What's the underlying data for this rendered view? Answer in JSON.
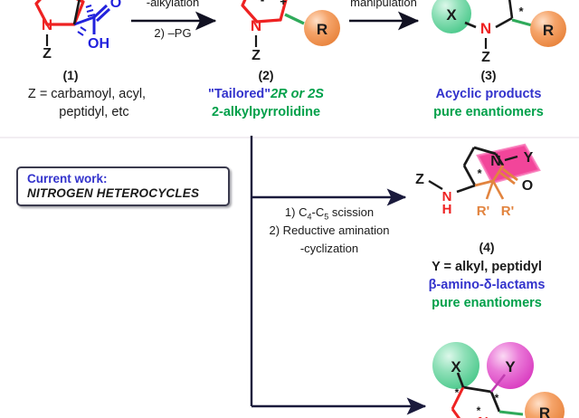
{
  "scheme": {
    "title_hidden": "",
    "colors": {
      "blue": "#3333cc",
      "green": "#00a04a",
      "black": "#1a1a1a",
      "nitrogen_red": "#ee2222",
      "oxygen_blue": "#2222dd",
      "r_sphere_orange": "#f0924a",
      "x_sphere_green": "#5fd39a",
      "y_sphere_magenta": "#e24ec6",
      "lactam_highlight_pink": "#f02b8c",
      "arrow_navy": "#1a1a3c",
      "box_border": "#3b3b4e"
    }
  },
  "top_row": {
    "structure1": {
      "name": "proline",
      "atoms": {
        "n": "N",
        "z": "Z",
        "o": "O",
        "oh": "OH"
      },
      "label": "(1)",
      "caption_line1": "Z = carbamoyl, acyl,",
      "caption_line2": "peptidyl, etc"
    },
    "arrow1": {
      "line1": "-alkylation",
      "line2": "2) –PG"
    },
    "structure2": {
      "name": "2-alkylpyrrolidine",
      "atoms": {
        "n": "N",
        "z": "Z",
        "r": "R",
        "minus": "-",
        "plus": "+"
      },
      "label": "(2)",
      "caption_quoted": "\"Tailored\"",
      "caption_config": "2R or 2S",
      "caption_line2": "2-alkylpyrrolidine"
    },
    "arrow2": {
      "line1": "manipulation"
    },
    "structure3": {
      "name": "acyclic-amine",
      "atoms": {
        "x": "X",
        "n": "N",
        "z": "Z",
        "r": "R",
        "star": "*"
      },
      "label": "(3)",
      "caption_line1": "Acyclic products",
      "caption_line2": "pure enantiomers"
    }
  },
  "current_work": {
    "line1": "Current work:",
    "line2": "NITROGEN HETEROCYCLES"
  },
  "middle_row": {
    "arrow": {
      "line1_pre": "1) C",
      "line1_sub1": "4",
      "line1_mid": "-C",
      "line1_sub2": "5",
      "line1_post": " scission",
      "line2": "2) Reductive amination",
      "line3": "-cyclization"
    },
    "structure4": {
      "name": "beta-amino-delta-lactam",
      "atoms": {
        "z": "Z",
        "nh_n": "N",
        "nh_h": "H",
        "star": "*",
        "n": "N",
        "y": "Y",
        "o": "O",
        "r1": "R'",
        "r2": "R'"
      },
      "label": "(4)",
      "caption_line1": "Y = alkyl, peptidyl",
      "caption_line2": "β-amino-δ-lactams",
      "caption_line3": "pure enantiomers"
    }
  },
  "bottom_row": {
    "structure5": {
      "name": "polysubstituted-pyrrolidine",
      "atoms": {
        "x": "X",
        "y": "Y",
        "r": "R",
        "n": "N",
        "star": "*"
      }
    }
  }
}
